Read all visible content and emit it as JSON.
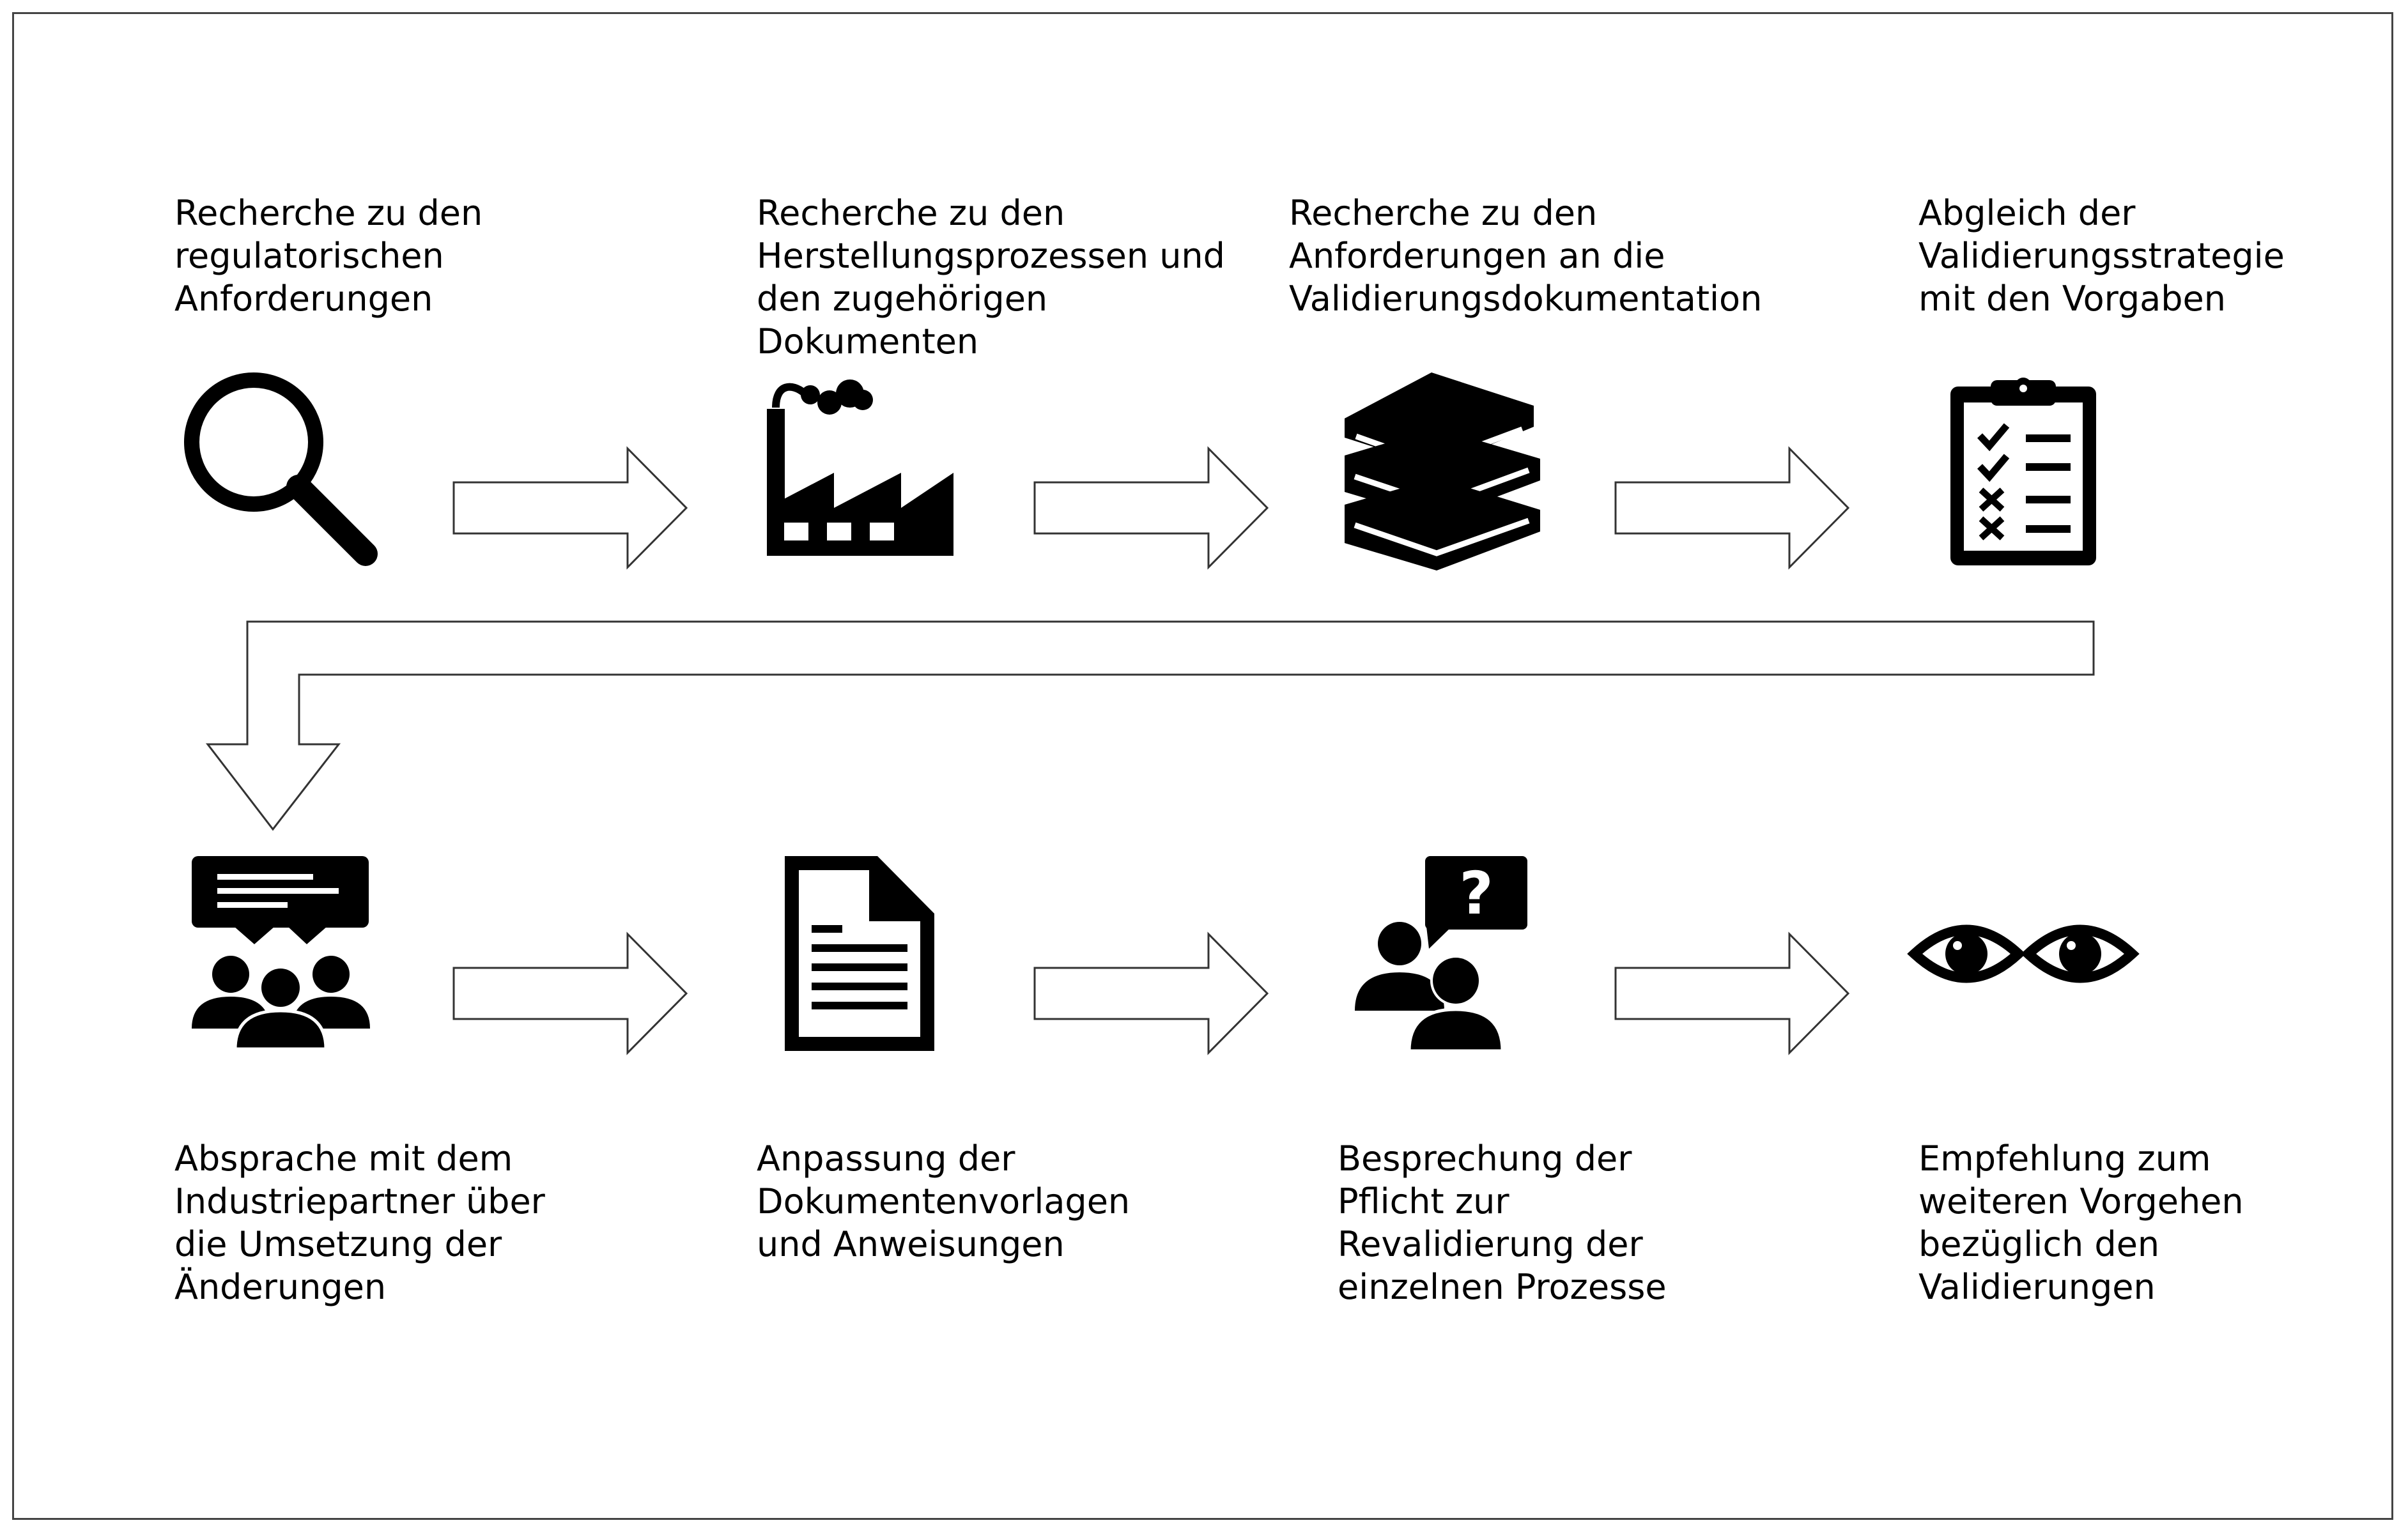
{
  "steps": [
    {
      "label": "Recherche zu den\nregulatorischen\nAnforderungen",
      "icon": "magnifier-icon"
    },
    {
      "label": "Recherche zu den\nHerstellungsprozessen und\nden zugehörigen\nDokumenten",
      "icon": "factory-icon"
    },
    {
      "label": "Recherche zu den\nAnforderungen an die\nValidierungsdokumentation",
      "icon": "books-icon"
    },
    {
      "label": "Abgleich der\nValidierungsstrategie\nmit den Vorgaben",
      "icon": "checklist-clipboard-icon"
    },
    {
      "label": "Absprache mit dem\nIndustriepartner über\ndie Umsetzung der\nÄnderungen",
      "icon": "group-discussion-icon"
    },
    {
      "label": "Anpassung der\nDokumentenvorlagen\nund Anweisungen",
      "icon": "document-icon"
    },
    {
      "label": "Besprechung der\nPflicht zur\nRevalidierung der\neinzelnen Prozesse",
      "icon": "question-discussion-icon"
    },
    {
      "label": "Empfehlung zum\nweiteren Vorgehen\nbezüglich den\nValidierungen",
      "icon": "eyes-icon"
    }
  ],
  "colors": {
    "icon": "#000000",
    "arrow_fill": "#ffffff",
    "arrow_stroke": "#333333",
    "frame": "#444444"
  }
}
